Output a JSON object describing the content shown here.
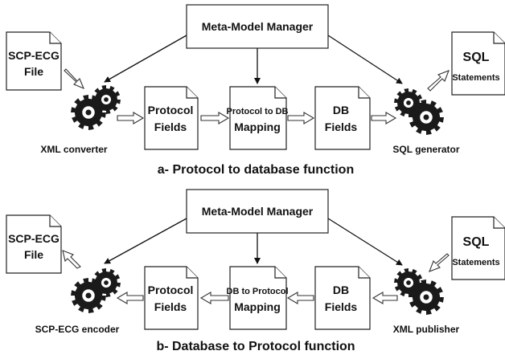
{
  "panel_a": {
    "manager": "Meta-Model Manager",
    "source_doc": [
      "SCP-ECG",
      "File"
    ],
    "converter": "XML converter",
    "protocol_fields": [
      "Protocol",
      "Fields"
    ],
    "mapping": [
      "Protocol to DB",
      "Mapping"
    ],
    "db_fields": [
      "DB",
      "Fields"
    ],
    "generator": "SQL generator",
    "target_doc": [
      "SQL",
      "Statements"
    ],
    "caption": "a- Protocol to database function"
  },
  "panel_b": {
    "manager": "Meta-Model Manager",
    "source_doc": [
      "SCP-ECG",
      "File"
    ],
    "encoder": "SCP-ECG encoder",
    "protocol_fields": [
      "Protocol",
      "Fields"
    ],
    "mapping": [
      "DB to Protocol",
      "Mapping"
    ],
    "db_fields": [
      "DB",
      "Fields"
    ],
    "publisher": "XML publisher",
    "target_doc": [
      "SQL",
      "Statements"
    ],
    "caption": "b- Database to Protocol function"
  },
  "colors": {
    "ink": "#111111",
    "gear": "#1a1a1a",
    "box_fill": "#ffffff"
  }
}
